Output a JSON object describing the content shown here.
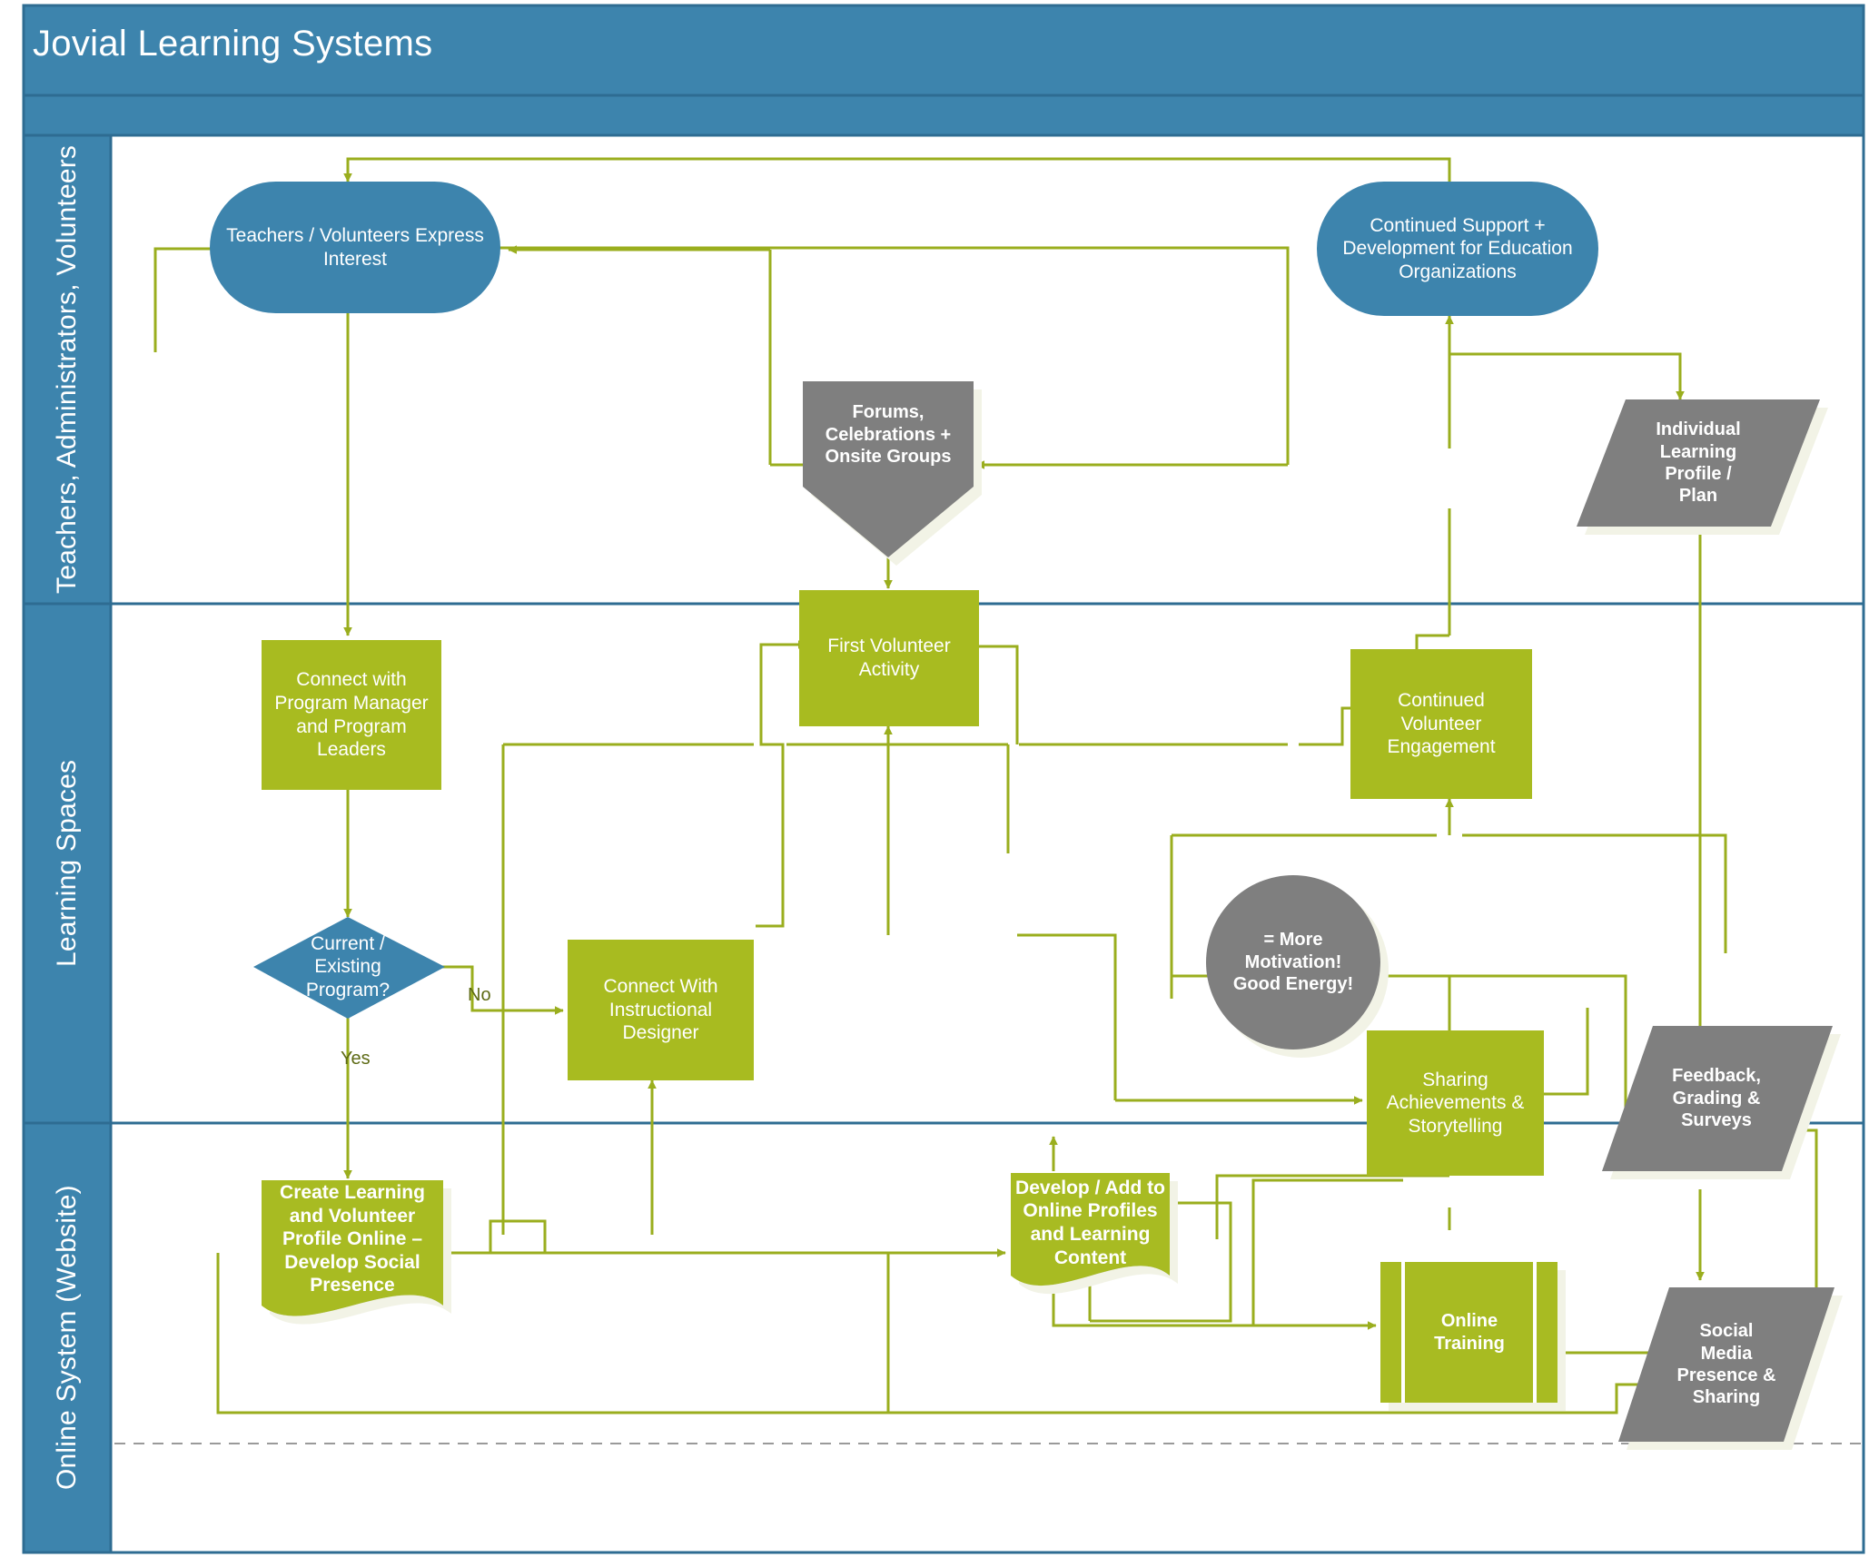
{
  "banner": {
    "title": "Jovial Learning Systems"
  },
  "colors": {
    "blue": "#3d84ad",
    "blue_border": "#2e6c92",
    "green": "#a8bb20",
    "green_line": "#9aae1e",
    "grey": "#7f7f7f",
    "white": "#ffffff",
    "lane_divider": "#2e6c92"
  },
  "lanes": [
    {
      "id": "lane-teachers",
      "label": "Teachers, Administrators, Volunteers"
    },
    {
      "id": "lane-learning-spaces",
      "label": "Learning Spaces"
    },
    {
      "id": "lane-online-system",
      "label": "Online System (Website)"
    }
  ],
  "nodes": [
    {
      "id": "teachers-express-interest",
      "label": "Teachers / Volunteers Express\nInterest",
      "shape": "stadium",
      "fill": "blue",
      "text_style": "regular",
      "lane": "lane-teachers"
    },
    {
      "id": "continued-support",
      "label": "Continued Support +\nDevelopment for Education\nOrganizations",
      "shape": "stadium",
      "fill": "blue",
      "text_style": "regular",
      "lane": "lane-teachers"
    },
    {
      "id": "forums-celebrations",
      "label": "Forums,\nCelebrations +\nOnsite Groups",
      "shape": "pentagon-down",
      "fill": "grey",
      "text_style": "bold",
      "lane": "lane-teachers"
    },
    {
      "id": "individual-learning-profile",
      "label": "Individual\nLearning\nProfile /\nPlan",
      "shape": "parallelogram",
      "fill": "grey",
      "text_style": "bold",
      "lane": "lane-teachers"
    },
    {
      "id": "connect-program-manager",
      "label": "Connect with\nProgram Manager\nand Program\nLeaders",
      "shape": "rect",
      "fill": "green",
      "text_style": "regular",
      "lane": "lane-learning-spaces"
    },
    {
      "id": "first-volunteer-activity",
      "label": "First Volunteer\nActivity",
      "shape": "rect",
      "fill": "green",
      "text_style": "regular",
      "lane": "lane-learning-spaces"
    },
    {
      "id": "continued-volunteer-engagement",
      "label": "Continued\nVolunteer\nEngagement",
      "shape": "rect",
      "fill": "green",
      "text_style": "regular",
      "lane": "lane-learning-spaces"
    },
    {
      "id": "current-existing-program",
      "label": "Current /\nExisting\nProgram?",
      "shape": "diamond",
      "fill": "blue",
      "text_style": "regular",
      "lane": "lane-learning-spaces"
    },
    {
      "id": "connect-instructional-designer",
      "label": "Connect With\nInstructional\nDesigner",
      "shape": "rect",
      "fill": "green",
      "text_style": "regular",
      "lane": "lane-learning-spaces"
    },
    {
      "id": "more-motivation",
      "label": "= More\nMotivation!\nGood Energy!",
      "shape": "circle",
      "fill": "grey",
      "text_style": "bold",
      "lane": "lane-learning-spaces"
    },
    {
      "id": "sharing-achievements",
      "label": "Sharing\nAchievements &\nStorytelling",
      "shape": "rect",
      "fill": "green",
      "text_style": "regular",
      "lane": "lane-learning-spaces"
    },
    {
      "id": "feedback-grading-surveys",
      "label": "Feedback,\nGrading &\nSurveys",
      "shape": "parallelogram",
      "fill": "grey",
      "text_style": "bold",
      "lane": "lane-learning-spaces"
    },
    {
      "id": "create-learning-profile",
      "label": "Create Learning\nand Volunteer\nProfile Online –\nDevelop Social\nPresence",
      "shape": "document",
      "fill": "green",
      "text_style": "bold",
      "lane": "lane-online-system"
    },
    {
      "id": "develop-online-profiles",
      "label": "Develop / Add to\nOnline Profiles\nand Learning\nContent",
      "shape": "document",
      "fill": "green",
      "text_style": "bold",
      "lane": "lane-online-system"
    },
    {
      "id": "online-training",
      "label": "Online\nTraining",
      "shape": "predefined-process",
      "fill": "green",
      "text_style": "bold",
      "lane": "lane-online-system"
    },
    {
      "id": "social-media-presence",
      "label": "Social\nMedia\nPresence &\nSharing",
      "shape": "parallelogram",
      "fill": "grey",
      "text_style": "bold",
      "lane": "lane-online-system"
    }
  ],
  "edge_labels": [
    {
      "id": "decision-no",
      "text": "No"
    },
    {
      "id": "decision-yes",
      "text": "Yes"
    }
  ]
}
